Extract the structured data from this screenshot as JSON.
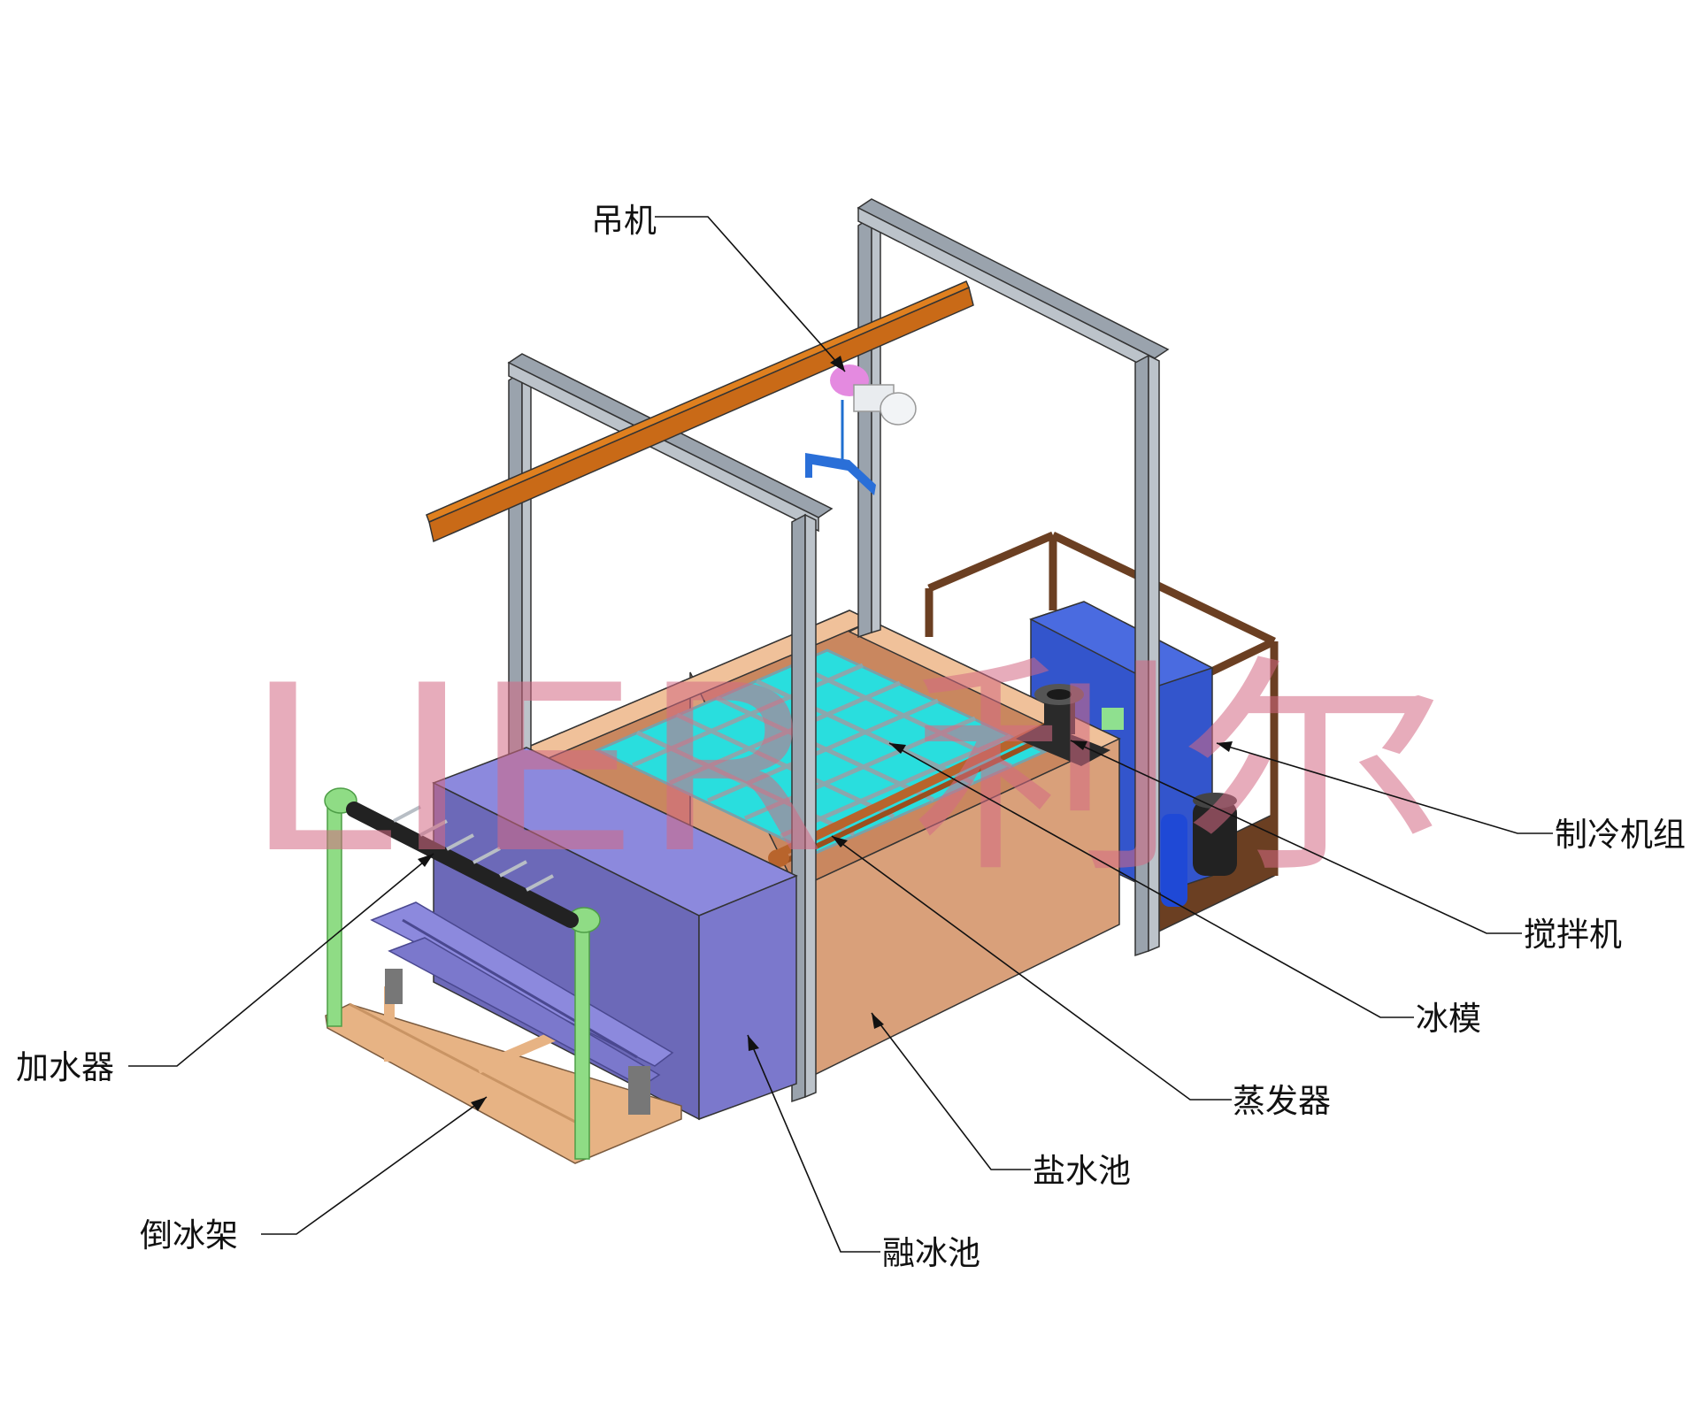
{
  "labels": {
    "crane": "吊机",
    "refrigeration_unit": "制冷机组",
    "agitator": "搅拌机",
    "ice_mold": "冰模",
    "evaporator": "蒸发器",
    "brine_tank": "盐水池",
    "ice_melting_tank": "融冰池",
    "water_filler": "加水器",
    "ice_dump_rack": "倒冰架"
  },
  "watermark": {
    "text": "LIER 利尔"
  },
  "colors": {
    "brine_tank": "#d9a07a",
    "melt_tank": "#7b78cc",
    "ice_mold": "#29dede",
    "crane_beam": "#c96a17",
    "gantry": "#9aa3ad",
    "frame": "#6b3f22",
    "rack_posts": "#8fdc85",
    "base_frame": "#e7b384",
    "compressor": "#3355cc",
    "watermark": "#d46a84"
  }
}
